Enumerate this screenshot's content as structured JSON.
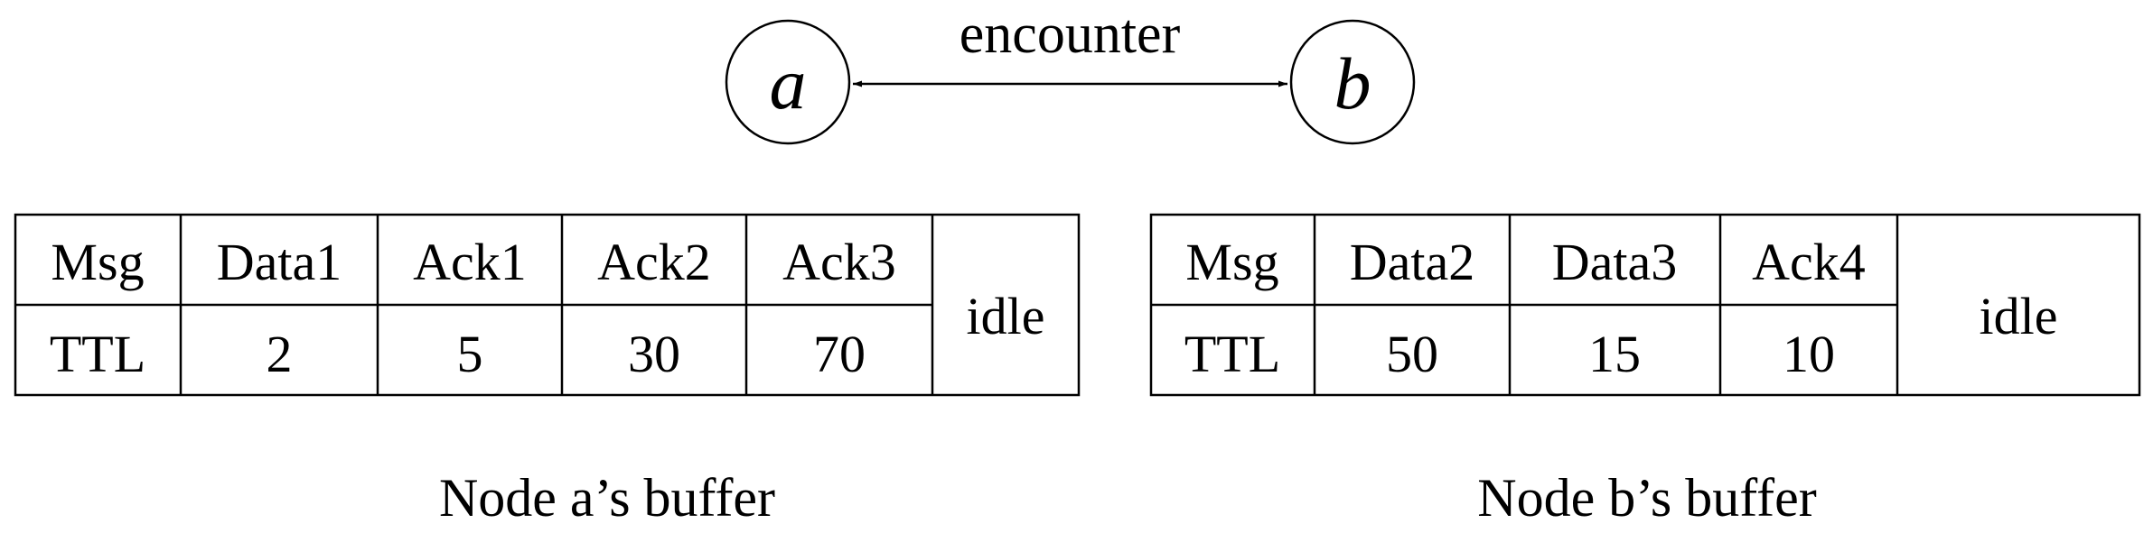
{
  "encounter": {
    "node_a": "a",
    "node_b": "b",
    "label": "encounter"
  },
  "buffers": [
    {
      "row_labels": [
        "Msg",
        "TTL"
      ],
      "messages": [
        {
          "msg": "Data1",
          "ttl": "2"
        },
        {
          "msg": "Ack1",
          "ttl": "5"
        },
        {
          "msg": "Ack2",
          "ttl": "30"
        },
        {
          "msg": "Ack3",
          "ttl": "70"
        }
      ],
      "idle_label": "idle",
      "caption": "Node a’s buffer"
    },
    {
      "row_labels": [
        "Msg",
        "TTL"
      ],
      "messages": [
        {
          "msg": "Data2",
          "ttl": "50"
        },
        {
          "msg": "Data3",
          "ttl": "15"
        },
        {
          "msg": "Ack4",
          "ttl": "10"
        }
      ],
      "idle_label": "idle",
      "caption": "Node b’s buffer"
    }
  ]
}
